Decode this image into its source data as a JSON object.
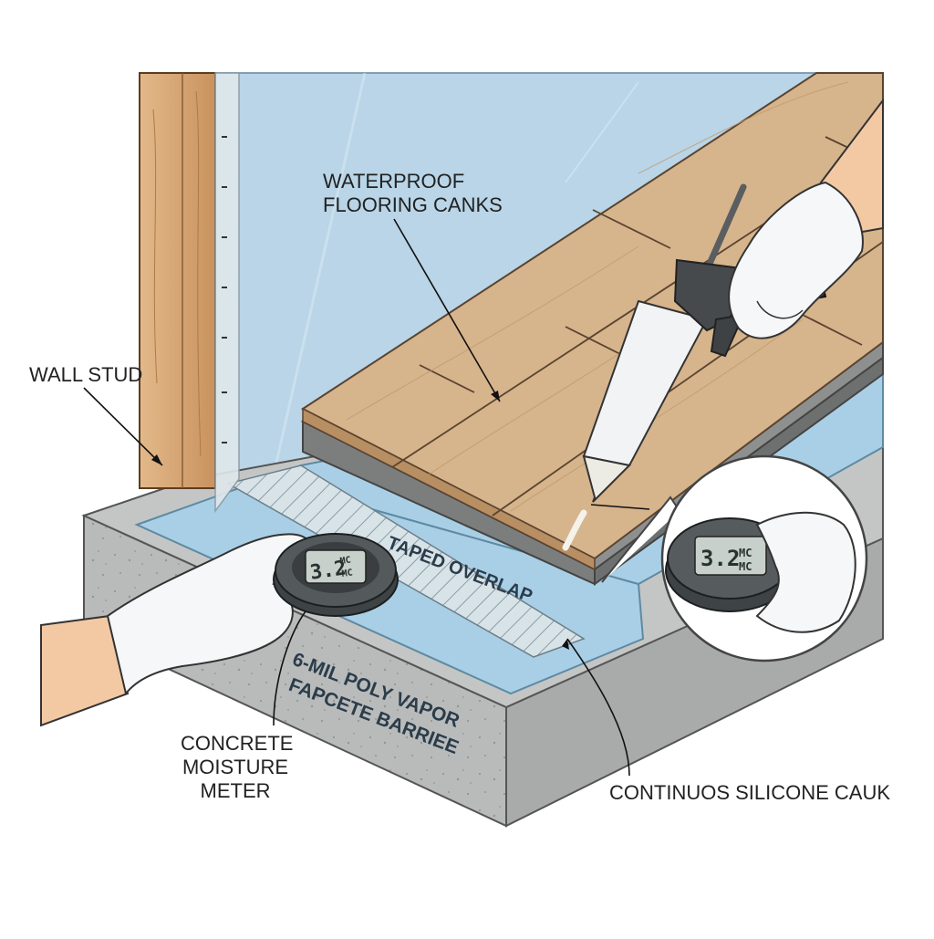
{
  "labels": {
    "wall_stud": "WALL STUD",
    "flooring_line1": "WATERPROOF",
    "flooring_line2": "FLOORING CANKS",
    "taped_overlap": "TAPED OVERLAP",
    "vapor_line1": "6-MIL POLY VAPOR",
    "vapor_line2": "FAPCETE BARRIEE",
    "meter_line1": "CONCRETE",
    "meter_line2": "MOISTURE",
    "meter_line3": "METER",
    "caulk": "CONTINUOS SILICONE CAUK"
  },
  "meter_left": {
    "reading": "3.2",
    "unit_top": "MC",
    "unit_bottom": "MC"
  },
  "meter_right": {
    "reading": "3.2",
    "unit_top": "MC",
    "unit_bottom": "MC"
  },
  "colors": {
    "wall_panel": "#b8d4e6",
    "stud_wood": "#d9a774",
    "concrete": "#b9bbbb",
    "vapor_barrier": "#a9cfe6",
    "planks": "#d6b48c",
    "glove": "#f6f7f8"
  }
}
